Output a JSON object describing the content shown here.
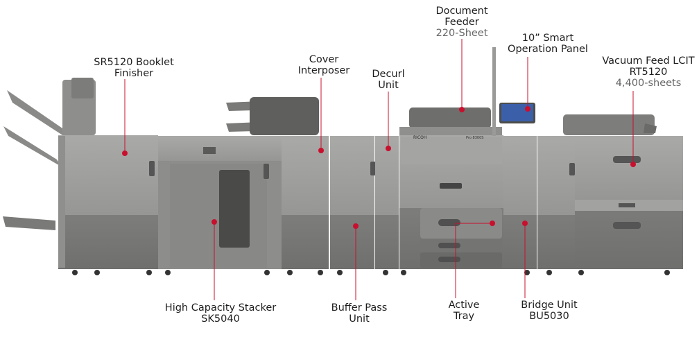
{
  "colors": {
    "callout": "#c8102e",
    "text": "#1e1e1e",
    "subtext": "#666666"
  },
  "callouts": [
    {
      "id": "document-feeder",
      "lines": [
        "Document",
        "Feeder"
      ],
      "sub": "220-Sheet"
    },
    {
      "id": "smart-panel",
      "lines": [
        "10” Smart",
        "Operation Panel"
      ],
      "sub": ""
    },
    {
      "id": "booklet-finisher",
      "lines": [
        "SR5120 Booklet",
        "Finisher"
      ],
      "sub": ""
    },
    {
      "id": "cover-interposer",
      "lines": [
        "Cover",
        "Interposer"
      ],
      "sub": ""
    },
    {
      "id": "decurl-unit",
      "lines": [
        "Decurl",
        "Unit"
      ],
      "sub": ""
    },
    {
      "id": "vacuum-lcit",
      "lines": [
        "Vacuum Feed LCIT",
        "RT5120"
      ],
      "sub": "4,400-sheets"
    },
    {
      "id": "high-capacity-stacker",
      "lines": [
        "High Capacity Stacker",
        "SK5040"
      ],
      "sub": ""
    },
    {
      "id": "buffer-pass-unit",
      "lines": [
        "Buffer Pass",
        "Unit"
      ],
      "sub": ""
    },
    {
      "id": "active-tray",
      "lines": [
        "Active",
        "Tray"
      ],
      "sub": ""
    },
    {
      "id": "bridge-unit",
      "lines": [
        "Bridge Unit",
        "BU5030"
      ],
      "sub": ""
    }
  ],
  "brand_marks": {
    "left": "RICOH",
    "right": "Pro 8300S"
  }
}
